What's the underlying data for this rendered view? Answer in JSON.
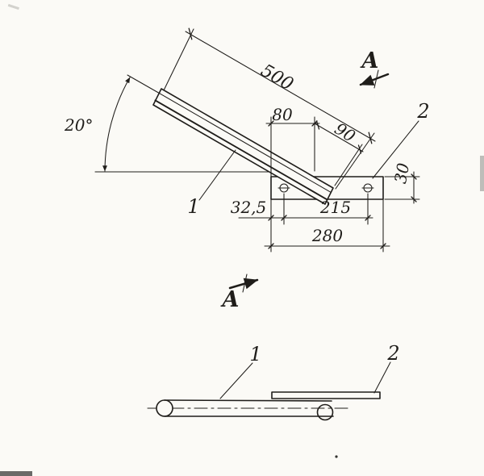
{
  "colors": {
    "ink": "#1f1d1a",
    "paper": "#fbfaf6"
  },
  "main_view": {
    "angle": "20°",
    "dim_length": "500",
    "dim_top": "80",
    "dim_slant": "90",
    "dim_plate_width": "30",
    "dim_hole_offset": "32,5",
    "dim_hole_spacing": "215",
    "dim_plate_length": "280",
    "section_top": "A",
    "section_bottom": "A",
    "part1": "1",
    "part2": "2"
  },
  "side_view": {
    "part1": "1",
    "part2": "2"
  }
}
